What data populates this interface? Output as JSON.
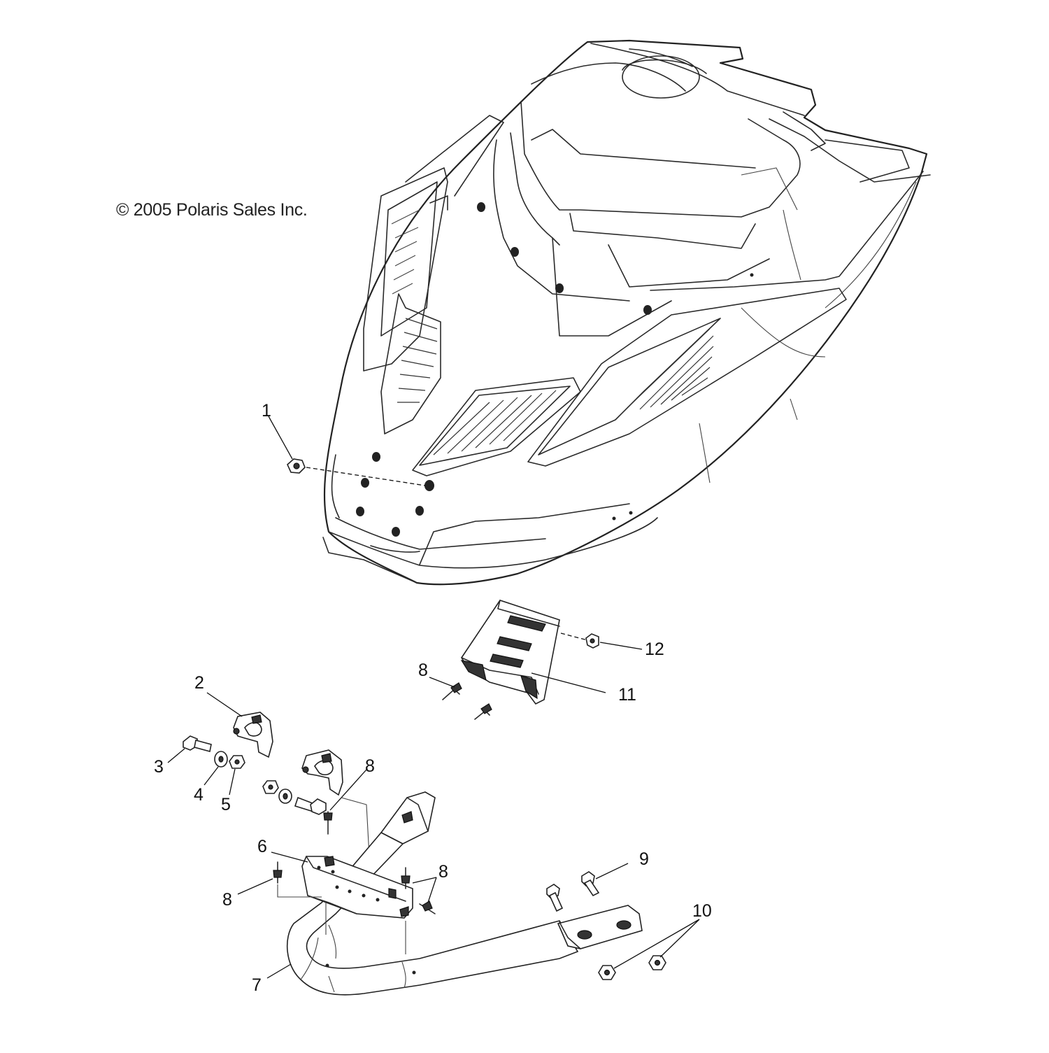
{
  "copyright": "© 2005 Polaris Sales Inc.",
  "callouts": [
    {
      "id": "c1",
      "text": "1"
    },
    {
      "id": "c2",
      "text": "2"
    },
    {
      "id": "c3",
      "text": "3"
    },
    {
      "id": "c4",
      "text": "4"
    },
    {
      "id": "c5",
      "text": "5"
    },
    {
      "id": "c6",
      "text": "6"
    },
    {
      "id": "c7",
      "text": "7"
    },
    {
      "id": "c8a",
      "text": "8"
    },
    {
      "id": "c8b",
      "text": "8"
    },
    {
      "id": "c8c",
      "text": "8"
    },
    {
      "id": "c8d",
      "text": "8"
    },
    {
      "id": "c9",
      "text": "9"
    },
    {
      "id": "c10",
      "text": "10"
    },
    {
      "id": "c11",
      "text": "11"
    },
    {
      "id": "c12",
      "text": "12"
    }
  ]
}
